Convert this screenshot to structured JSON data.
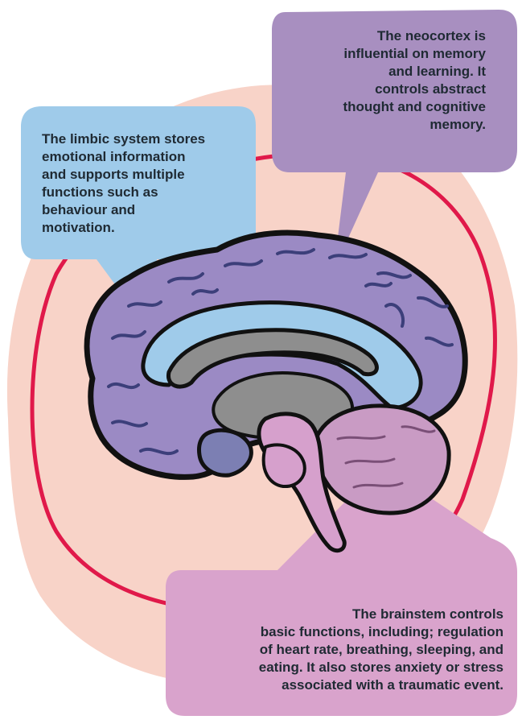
{
  "colors": {
    "background": "#ffffff",
    "blob": "#f8d3c8",
    "ring": "#e0194a",
    "limbic_bubble": "#9fcbea",
    "neocortex_bubble": "#a88fc0",
    "brainstem_bubble": "#d9a3cc",
    "cortex": "#9b8ac4",
    "limbic_region": "#9fcbea",
    "corpus": "#8e8e8e",
    "brainstem": "#d6a0cc",
    "cerebellum": "#c99bc4",
    "outline": "#111111",
    "text": "#1f2a33"
  },
  "callouts": {
    "limbic": "The limbic system stores\nemotional information\nand supports multiple\nfunctions such as\nbehaviour and\nmotivation.",
    "neocortex": "The neocortex is\ninfluential on memory\nand learning. It\ncontrols abstract\nthought and cognitive\nmemory.",
    "brainstem": "The brainstem controls\nbasic functions, including; regulation\nof heart rate, breathing, sleeping, and\neating. It also stores anxiety or stress\nassociated with a traumatic event."
  }
}
